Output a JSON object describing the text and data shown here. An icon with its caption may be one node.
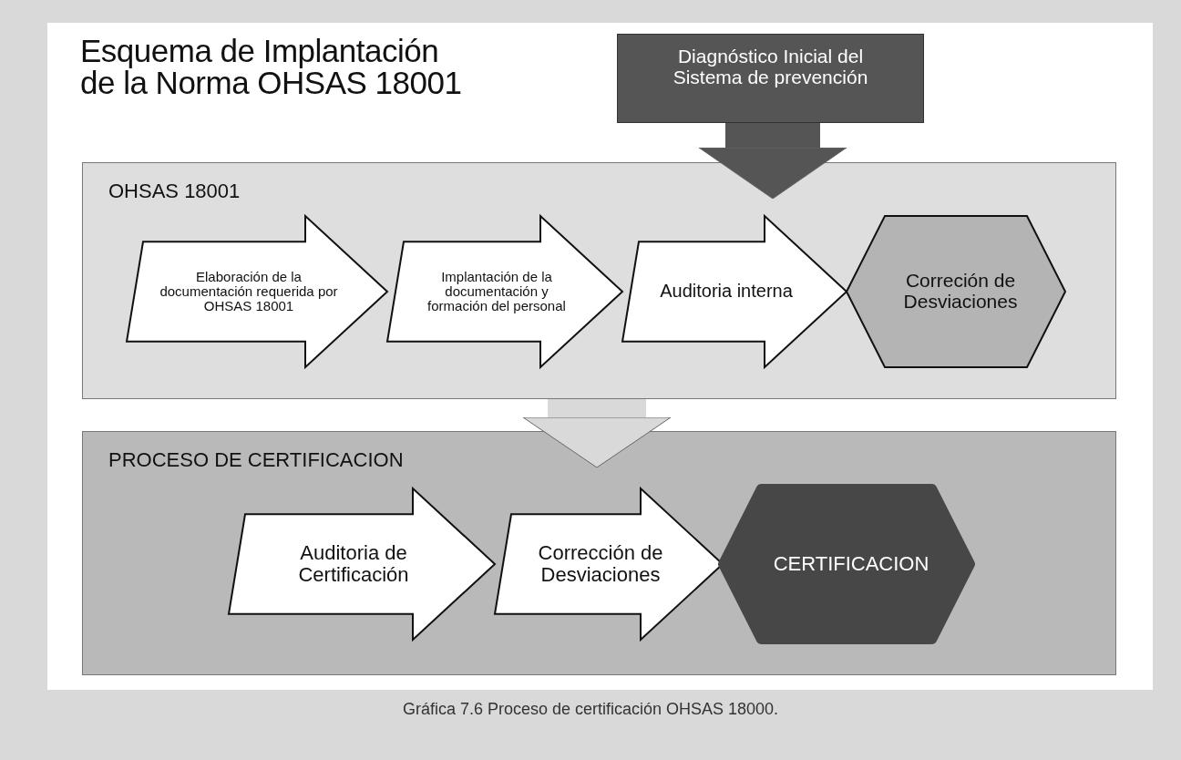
{
  "diagram": {
    "title": "Esquema de Implantación de la Norma OHSAS 18001",
    "caption": "Gráfica 7.6 Proceso de certificación OHSAS 18000.",
    "nodes": [
      {
        "text": [
          "OHSAS 18001"
        ]
      },
      {
        "text": [
          "Elaboración de la documentación requerida por OHSAS 18001"
        ],
        "in": 0
      },
      {
        "text": [
          "Implantación de la documentación y formación del personal"
        ],
        "in": 0
      },
      {
        "text": [
          "Auditoria interna"
        ],
        "in": 0
      },
      {
        "text": [
          "Correción de Desviaciones"
        ],
        "in": 0
      },
      {
        "text": [
          "Diagnóstico Inicial del Sistema de prevención"
        ]
      },
      {
        "text": [
          "PROCESO DE CERTIFICACION"
        ]
      },
      {
        "text": [
          "Auditoria de Certificación"
        ],
        "in": 6
      },
      {
        "text": [
          "Corrección de Desviaciones"
        ],
        "in": 6
      },
      {
        "text": [
          "CERTIFICACION"
        ],
        "in": 6
      }
    ],
    "edges": [
      {
        "from": 5,
        "to": 0,
        "arrow": "to",
        "color": "#555555"
      },
      {
        "from": 0,
        "to": 6,
        "arrow": "to",
        "color": "#d9d9d9"
      }
    ]
  }
}
